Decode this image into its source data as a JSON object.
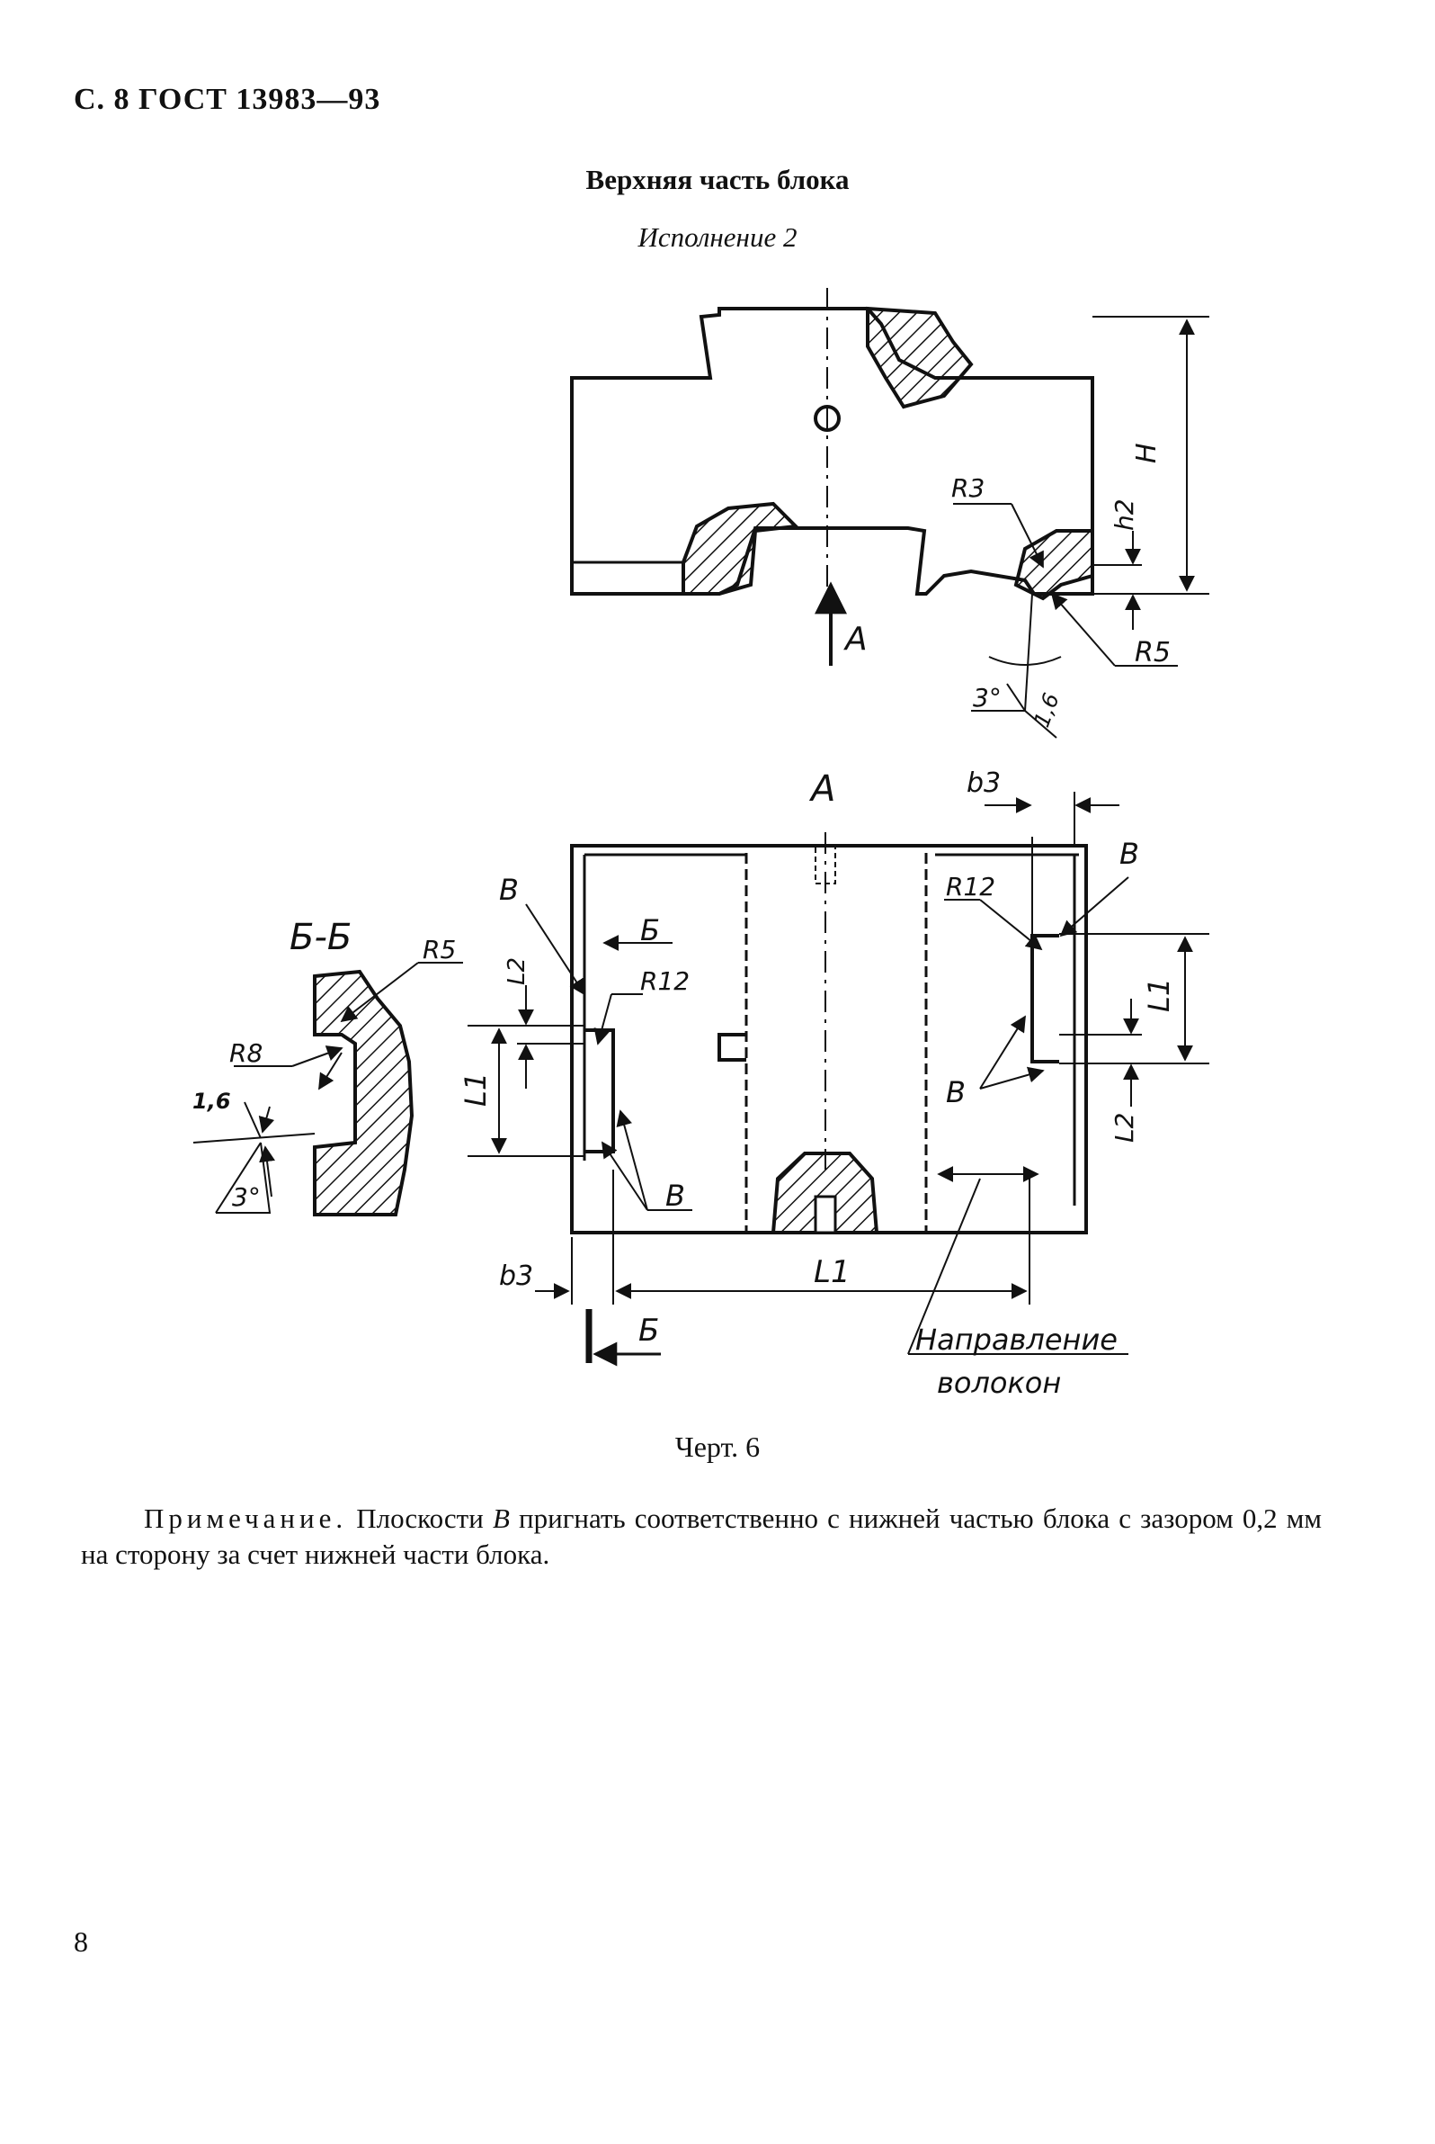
{
  "header": {
    "text": "С. 8 ГОСТ 13983—93"
  },
  "title": "Верхняя часть блока",
  "subtitle": "Исполнение 2",
  "drawing": {
    "top_view_labels": {
      "H": "H",
      "h2": "h2",
      "R3": "R3",
      "R5": "R5",
      "arrow_A": "A",
      "angle": "3°",
      "roughness": "1,6"
    },
    "view_A_labels": {
      "title": "A",
      "b3_top": "b3",
      "B_right_top": "B",
      "R12_right": "R12",
      "L1_right": "L1",
      "L2_right": "L2",
      "B_right_bottom": "B",
      "B_left_top": "B",
      "section_mark_top": "Б",
      "L2_left": "L2",
      "R12_left": "R12",
      "L1_left": "L1",
      "B_left_bottom": "B",
      "b3_bottom": "b3",
      "L1_bottom": "L1",
      "section_mark_bottom": "Б",
      "fiber_direction_1": "Направление",
      "fiber_direction_2": "волокон"
    },
    "section_labels": {
      "title": "Б-Б",
      "R5": "R5",
      "R8": "R8",
      "roughness": "1,6",
      "angle": "3°"
    }
  },
  "caption": "Черт. 6",
  "note": {
    "prefix": "Примечание.",
    "text_1": "Плоскости",
    "letter": "B",
    "text_2": "пригнать соответственно с нижней частью блока с зазором 0,2 мм на сторону за счет нижней части блока."
  },
  "page_number": "8"
}
